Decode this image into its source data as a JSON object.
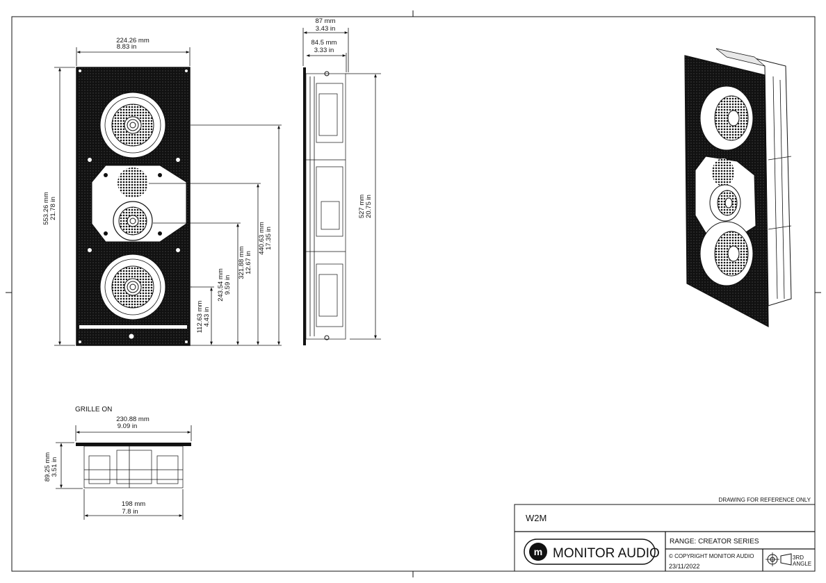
{
  "drawing": {
    "note": "DRAWING FOR REFERENCE ONLY",
    "model": "W2M",
    "range": "RANGE: CREATOR SERIES",
    "copyright": "© COPYRIGHT MONITOR AUDIO",
    "date": "23/11/2022",
    "projection_line1": "3RD",
    "projection_line2": "ANGLE",
    "brand": "MONITOR AUDIO",
    "brand_mark": "m"
  },
  "front_view": {
    "width_mm": "224.26 mm",
    "width_in": "8.83 in",
    "height_mm": "553.26 mm",
    "height_in": "21.78 in",
    "d1_mm": "440.63 mm",
    "d1_in": "17.35 in",
    "d2_mm": "321.88 mm",
    "d2_in": "12.67 in",
    "d3_mm": "243.54 mm",
    "d3_in": "9.59 in",
    "d4_mm": "112.63 mm",
    "d4_in": "4.43 in"
  },
  "side_view": {
    "depth_mm": "87 mm",
    "depth_in": "3.43 in",
    "depth2_mm": "84.5 mm",
    "depth2_in": "3.33 in",
    "height_mm": "527 mm",
    "height_in": "20.75 in"
  },
  "top_view": {
    "caption": "GRILLE ON",
    "width_mm": "230.88 mm",
    "width_in": "9.09 in",
    "depth_mm": "89.25 mm",
    "depth_in": "3.51 in",
    "inner_mm": "198 mm",
    "inner_in": "7.8 in"
  }
}
